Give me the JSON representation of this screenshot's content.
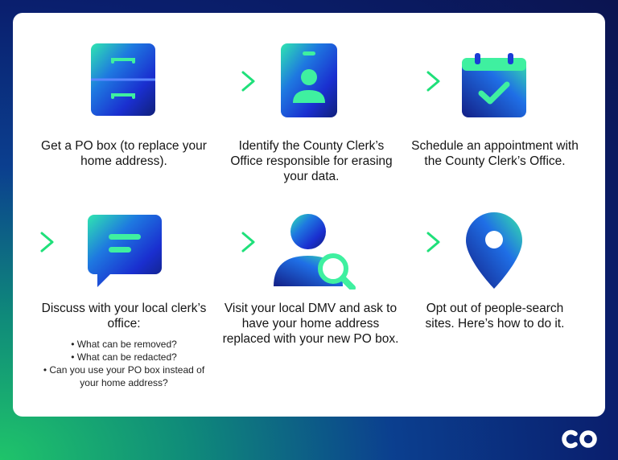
{
  "steps": [
    {
      "caption": "Get a PO box (to replace your home address).",
      "icon": "filing-cabinet-icon"
    },
    {
      "caption": "Identify the County Clerk’s Office responsible for erasing your data.",
      "icon": "id-badge-icon"
    },
    {
      "caption": "Schedule an appointment with the County Clerk’s Office.",
      "icon": "calendar-check-icon"
    },
    {
      "caption": "Discuss with your local clerk’s office:",
      "icon": "chat-bubble-icon",
      "bullets": [
        "What can be removed?",
        "What can be redacted?",
        "Can you use your PO box instead of your home address?"
      ]
    },
    {
      "caption": "Visit your local DMV and ask to have your home address replaced with your new PO box.",
      "icon": "person-search-icon"
    },
    {
      "caption": "Opt out of people-search sites. Here’s how to do it.",
      "icon": "location-pin-icon"
    }
  ],
  "logo": {
    "text": "CO"
  },
  "colors": {
    "accent_green": "#2ee88a",
    "icon_blue": "#1a3cd6",
    "icon_green": "#3ff0a0"
  }
}
